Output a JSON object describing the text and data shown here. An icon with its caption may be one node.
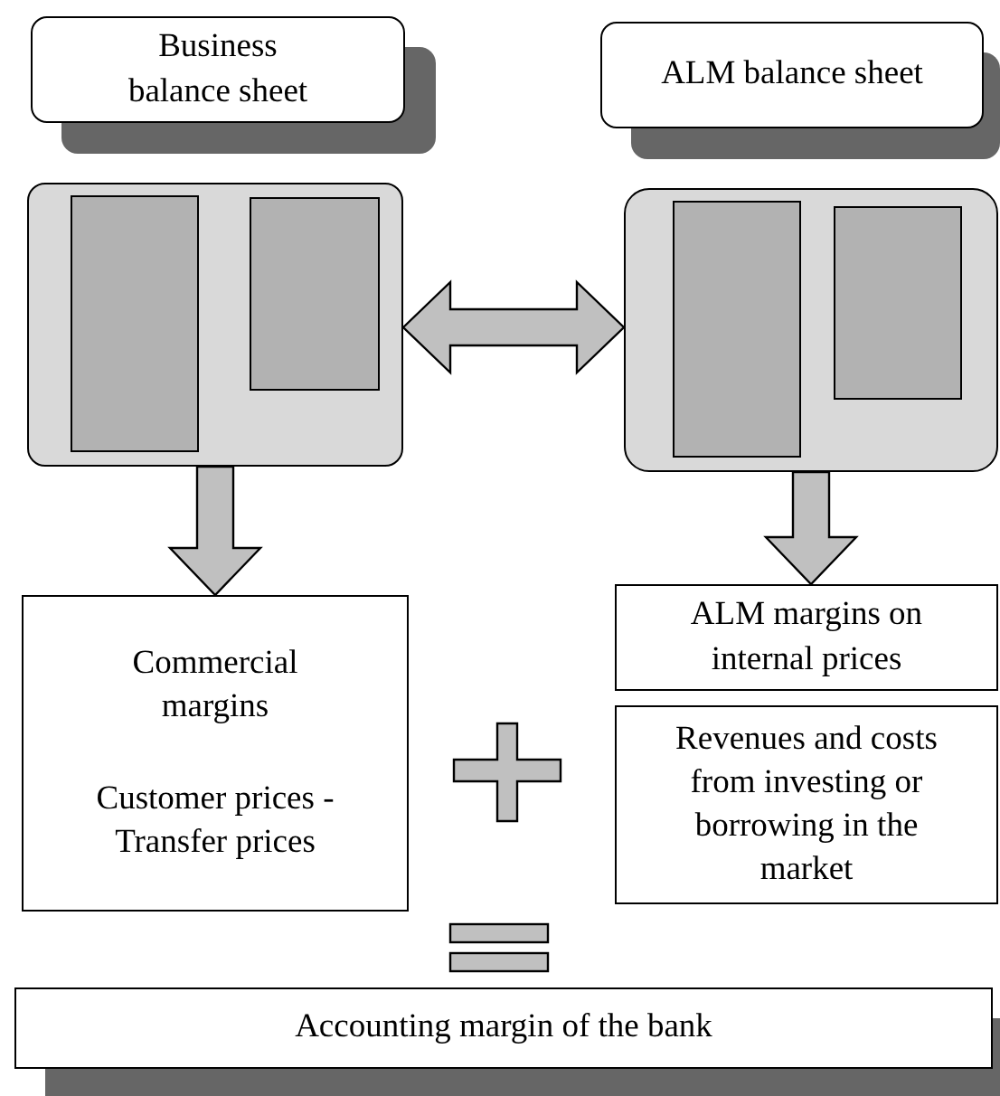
{
  "diagram": {
    "nodes": [
      {
        "text": [
          "Business balance sheet"
        ]
      },
      {
        "text": [
          "ALM balance sheet"
        ]
      },
      {
        "text": [],
        "shape": "box"
      },
      {
        "text": [],
        "shape": "box",
        "in": 2
      },
      {
        "text": [],
        "shape": "box",
        "in": 2
      },
      {
        "text": [],
        "shape": "box"
      },
      {
        "text": [],
        "shape": "box",
        "in": 5
      },
      {
        "text": [],
        "shape": "box",
        "in": 5
      },
      {
        "text": [
          "Commercial margins",
          "Customer prices - Transfer prices"
        ]
      },
      {
        "text": [
          "ALM margins on internal prices"
        ]
      },
      {
        "text": [
          "Revenues and costs from investing or borrowing in the market"
        ]
      },
      {
        "text": [
          "Accounting margin of the bank"
        ]
      }
    ],
    "edges": [
      {
        "from": 2,
        "to": 5,
        "arrow": "both"
      },
      {
        "from": 2,
        "to": 8,
        "arrow": "to"
      },
      {
        "from": 5,
        "to": 9,
        "arrow": "to"
      }
    ]
  }
}
